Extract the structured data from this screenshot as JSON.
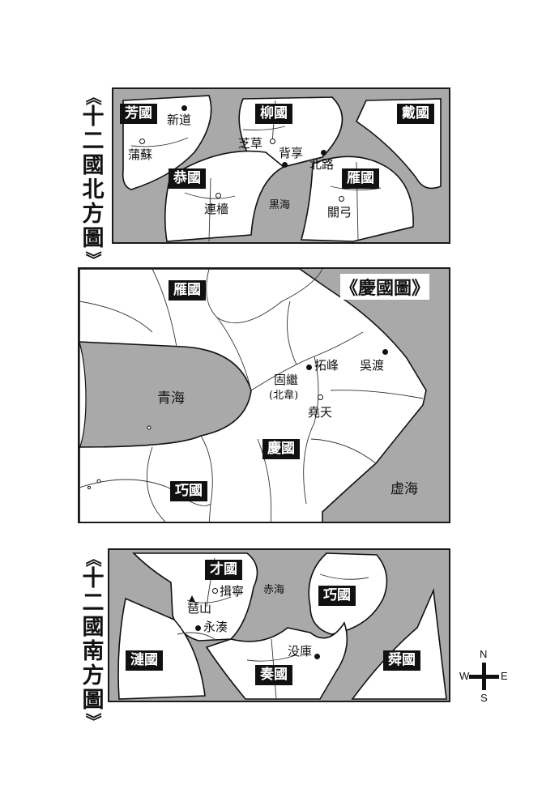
{
  "north_map": {
    "title": [
      "《",
      "十",
      "二",
      "國",
      "北",
      "方",
      "圖",
      "》"
    ],
    "kingdoms": {
      "fang": "芳國",
      "liu": "柳國",
      "dai": "戴國",
      "kyo": "恭國",
      "en": "雁國"
    },
    "cities": {
      "xindao": "新道",
      "pusu": "蒲蘇",
      "zhicao": "芝草",
      "beixiang": "背享",
      "beilu": "北路",
      "lianqiang": "連檣",
      "guangong": "關弓"
    },
    "sea": "黒海"
  },
  "kei_map": {
    "title": "《慶國圖》",
    "kingdoms": {
      "en": "雁國",
      "kei": "慶國",
      "kou": "巧國"
    },
    "cities": {
      "tuofeng": "拓峰",
      "wudu": "吳渡",
      "guji": "固繼",
      "beiwei": "(北韋)",
      "yaotian": "堯天"
    },
    "seas": {
      "qinghai": "青海",
      "xuhai": "虚海"
    }
  },
  "south_map": {
    "title": [
      "《",
      "十",
      "二",
      "國",
      "南",
      "方",
      "圖",
      "》"
    ],
    "kingdoms": {
      "sai": "才國",
      "kou": "巧國",
      "ren": "漣國",
      "sou": "奏國",
      "shun": "舜國"
    },
    "cities": {
      "yining": "揖寧",
      "pishan": "琶山",
      "yongcou": "永湊",
      "moku": "没庫"
    },
    "sea": "赤海"
  },
  "compass": {
    "n": "N",
    "s": "S",
    "e": "E",
    "w": "W"
  },
  "colors": {
    "sea": "#a9a9a9",
    "land": "#ffffff",
    "ink": "#111111"
  }
}
